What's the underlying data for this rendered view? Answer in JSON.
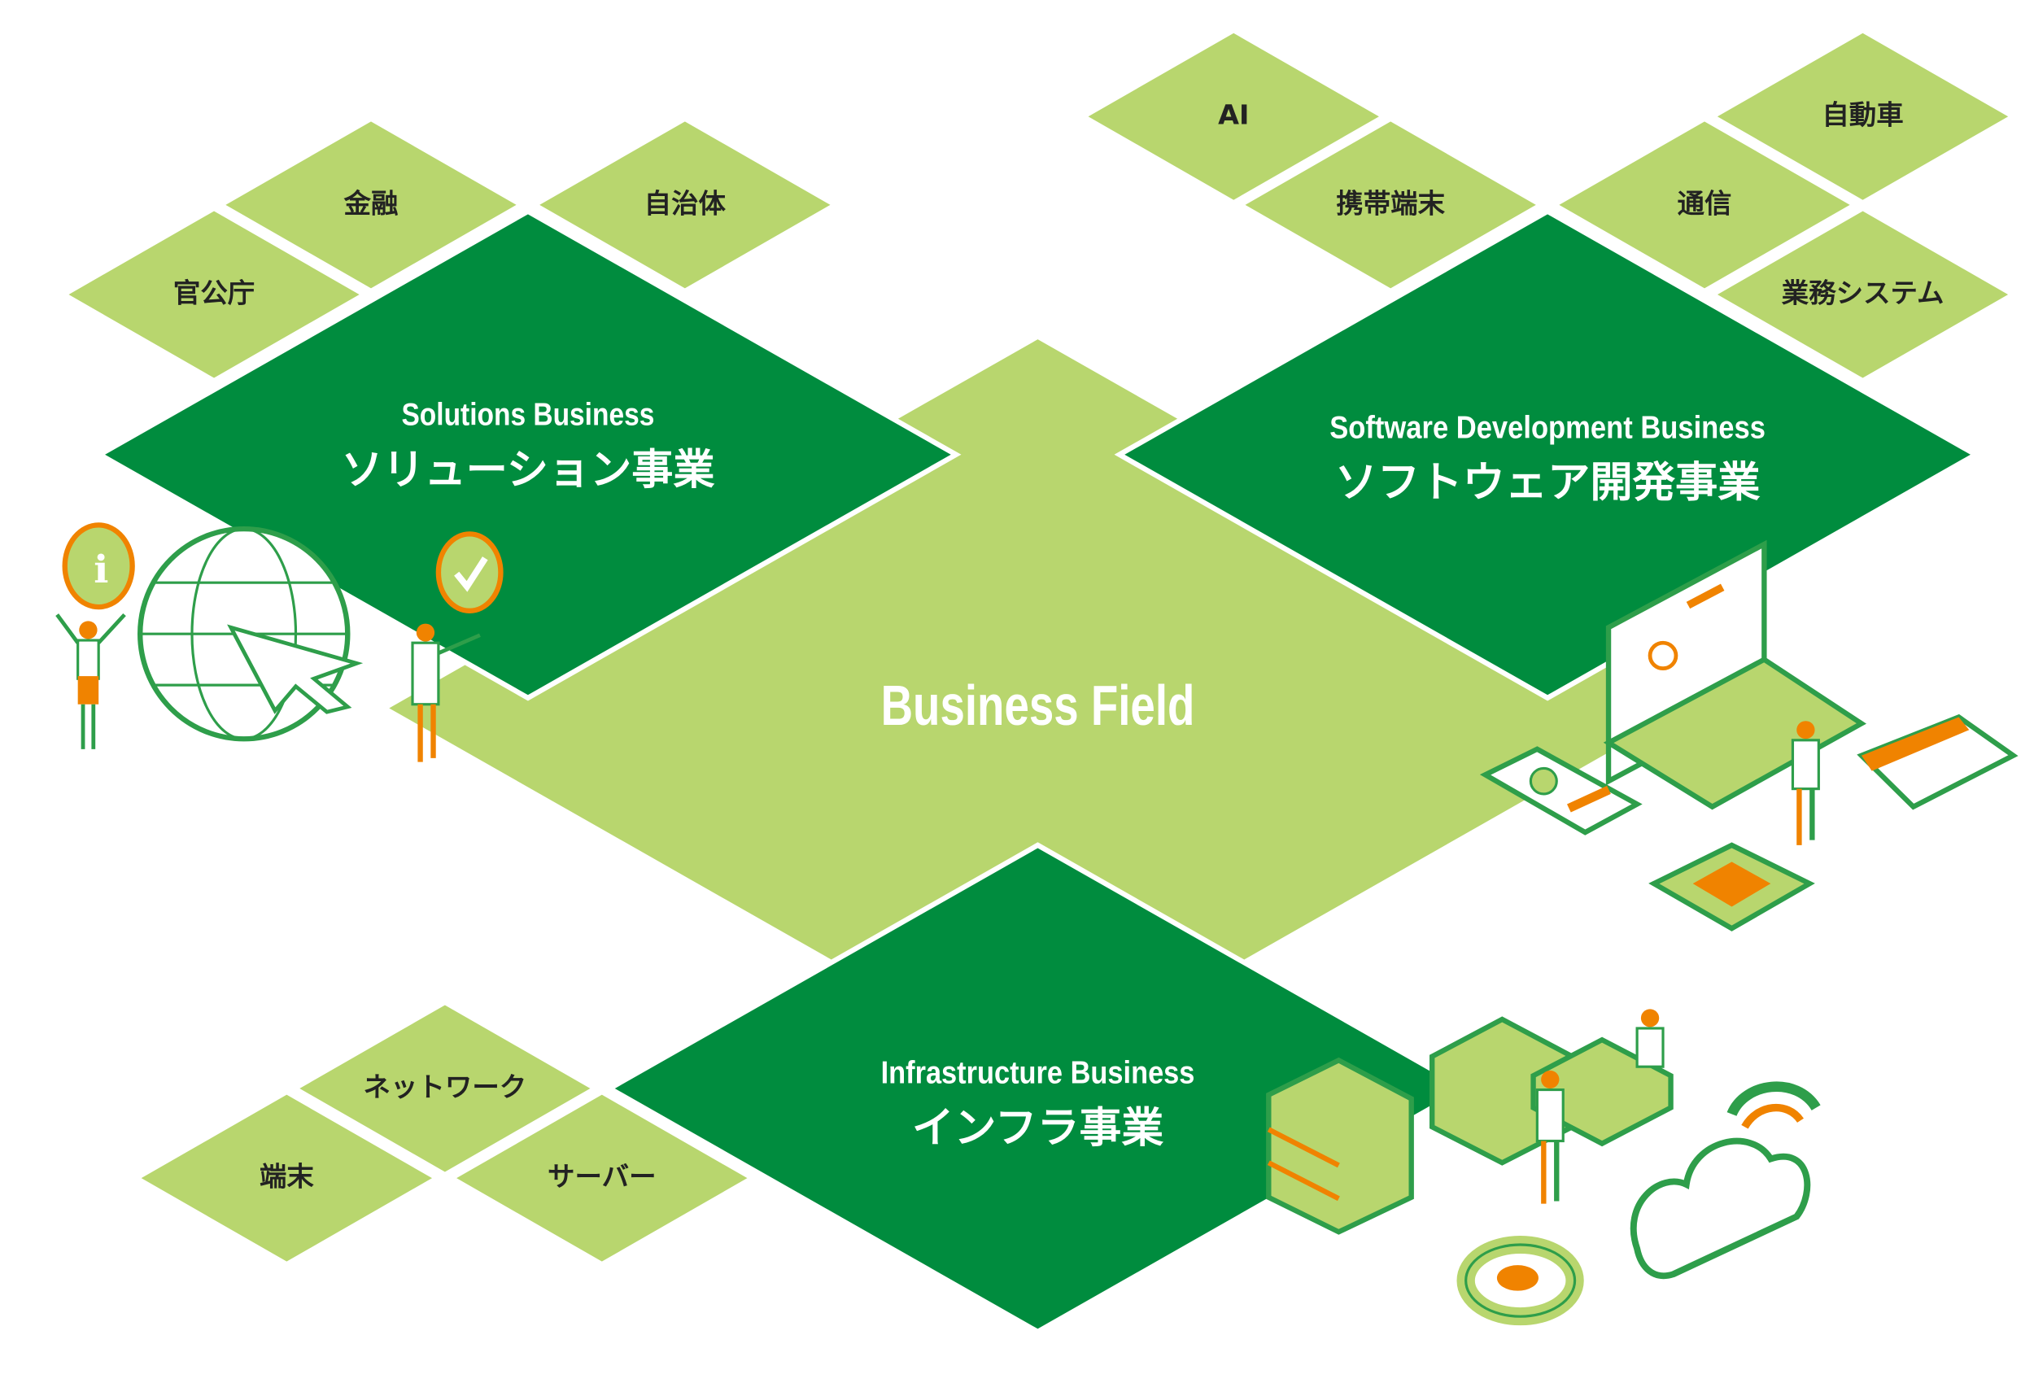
{
  "colors": {
    "light": "#b8d66e",
    "dark": "#008c3e",
    "orange": "#f08300",
    "line": "#2e9e4a"
  },
  "center": {
    "title": "Business Field"
  },
  "segments": [
    {
      "id": "solutions",
      "title_en": "Solutions Business",
      "title_jp": "ソリューション事業",
      "tiles": [
        "官公庁",
        "金融",
        "自治体"
      ]
    },
    {
      "id": "software",
      "title_en": "Software Development Business",
      "title_jp": "ソフトウェア開発事業",
      "tiles": [
        "AI",
        "携帯端末",
        "自動車",
        "通信",
        "業務システム"
      ]
    },
    {
      "id": "infrastructure",
      "title_en": "Infrastructure Business",
      "title_jp": "インフラ事業",
      "tiles": [
        "ネットワーク",
        "端末",
        "サーバー"
      ]
    }
  ]
}
